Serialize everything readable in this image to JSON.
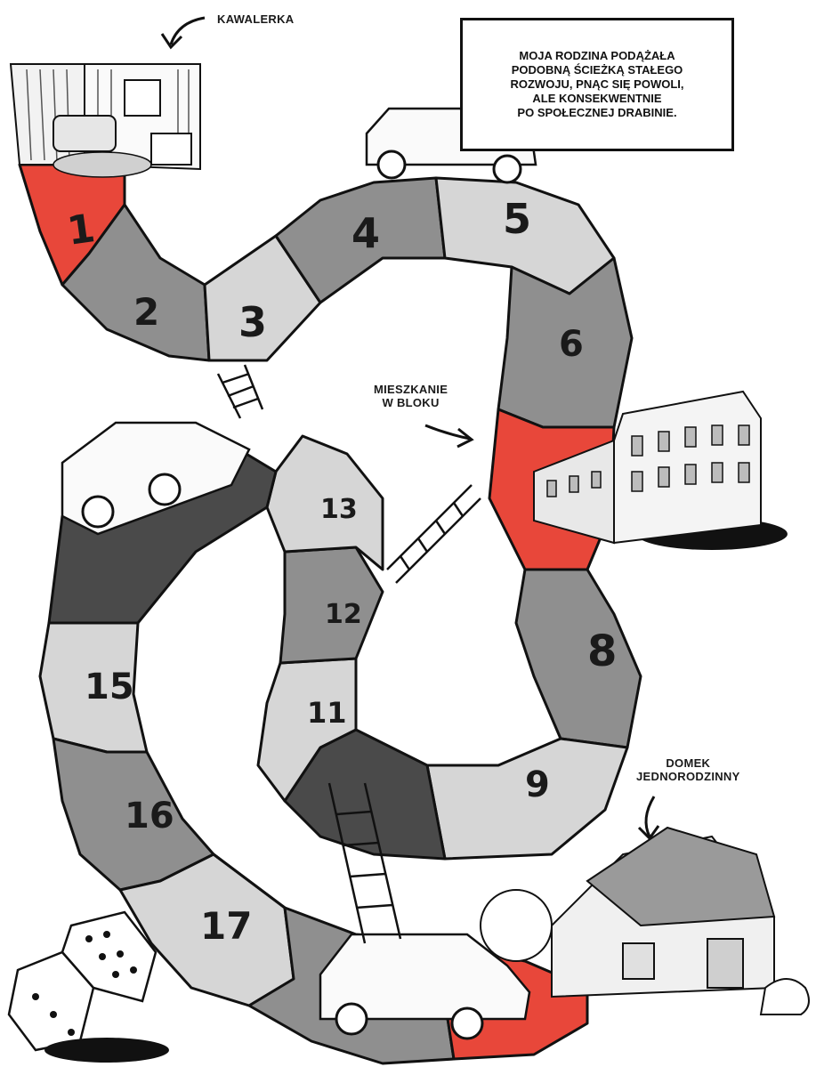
{
  "caption": "MOJA RODZINA PODĄŻAŁA\nPODOBNĄ ŚCIEŻKĄ STAŁEGO\nROZWOJU, PNĄC SIĘ POWOLI,\nALE KONSEKWENTNIE\nPO SPOŁECZNEJ DRABINIE.",
  "labels": {
    "kawalerka": "KAWALERKA",
    "mieszkanie": "MIESZKANIE\nW BLOKU",
    "domek": "DOMEK\nJEDNORODZINNY"
  },
  "board": {
    "squares": [
      {
        "n": "1",
        "tone": "red"
      },
      {
        "n": "2",
        "tone": "mid"
      },
      {
        "n": "3",
        "tone": "light"
      },
      {
        "n": "4",
        "tone": "mid"
      },
      {
        "n": "5",
        "tone": "light"
      },
      {
        "n": "6",
        "tone": "mid"
      },
      {
        "n": "",
        "tone": "red"
      },
      {
        "n": "8",
        "tone": "mid"
      },
      {
        "n": "9",
        "tone": "light"
      },
      {
        "n": "",
        "tone": "dark"
      },
      {
        "n": "11",
        "tone": "light"
      },
      {
        "n": "12",
        "tone": "mid"
      },
      {
        "n": "13",
        "tone": "light"
      },
      {
        "n": "",
        "tone": "dark"
      },
      {
        "n": "15",
        "tone": "light"
      },
      {
        "n": "16",
        "tone": "mid"
      },
      {
        "n": "17",
        "tone": "light"
      },
      {
        "n": "",
        "tone": "mid"
      },
      {
        "n": "",
        "tone": "red"
      }
    ]
  },
  "colors": {
    "red": "#e8473a",
    "light": "#d6d6d6",
    "mid": "#8f8f8f",
    "dark": "#4a4a4a",
    "ink": "#111111"
  },
  "illustrations": [
    "studio-apartment-room",
    "apartment-block",
    "detached-house",
    "car",
    "ladder",
    "dice"
  ]
}
